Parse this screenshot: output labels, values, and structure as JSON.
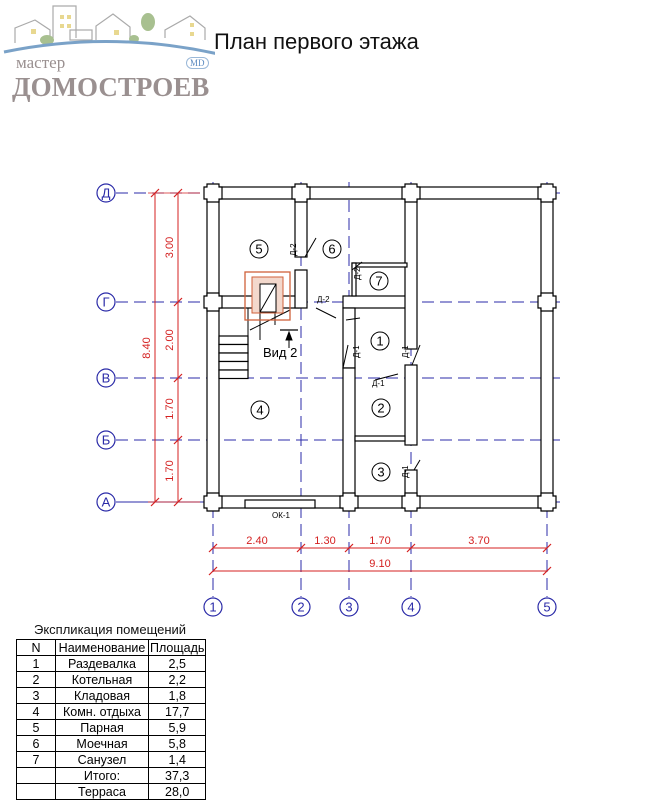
{
  "header": {
    "title": "План первого этажа",
    "logo_small": "мастер",
    "logo_big": "ДОМОСТРОЕВ",
    "logo_badge": "MD"
  },
  "axes": {
    "rows": [
      "Д",
      "Г",
      "В",
      "Б",
      "А"
    ],
    "cols": [
      "1",
      "2",
      "3",
      "4",
      "5"
    ]
  },
  "dimensions": {
    "vertical_total": "8.40",
    "vertical": [
      "3.00",
      "2.00",
      "1.70",
      "1.70"
    ],
    "horizontal": [
      "2.40",
      "1.30",
      "1.70",
      "3.70"
    ],
    "horizontal_total": "9.10"
  },
  "labels": {
    "view": "Вид 2",
    "window": "ОК-1",
    "door1": "Д-1",
    "door2": "Д-2"
  },
  "rooms": [
    "1",
    "2",
    "3",
    "4",
    "5",
    "6",
    "7"
  ],
  "explication": {
    "title": "Экспликация помещений",
    "headers": [
      "N",
      "Наименование",
      "Площадь"
    ],
    "rows": [
      [
        "1",
        "Раздевалка",
        "2,5"
      ],
      [
        "2",
        "Котельная",
        "2,2"
      ],
      [
        "3",
        "Кладовая",
        "1,8"
      ],
      [
        "4",
        "Комн. отдыха",
        "17,7"
      ],
      [
        "5",
        "Парная",
        "5,9"
      ],
      [
        "6",
        "Моечная",
        "5,8"
      ],
      [
        "7",
        "Санузел",
        "1,4"
      ],
      [
        "",
        "Итого:",
        "37,3"
      ],
      [
        "",
        "Терраса",
        "28,0"
      ]
    ]
  },
  "colors": {
    "axis": "#2b2ba8",
    "dim": "#d42020",
    "stove": "#d0603a"
  }
}
